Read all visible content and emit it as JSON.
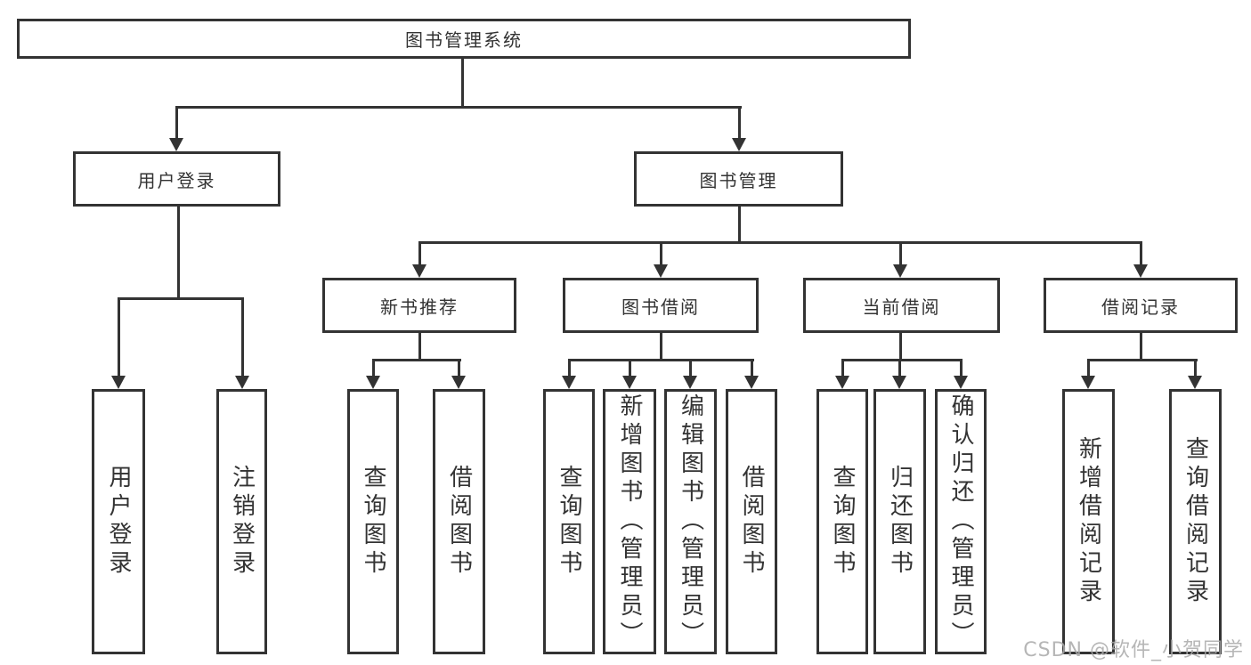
{
  "colors": {
    "line": "#333333",
    "text": "#333333",
    "watermark": "#aaaaaa",
    "background": "#ffffff"
  },
  "watermark": "CSDN @软件_小贺同学",
  "tree": {
    "root": "图书管理系统",
    "children": [
      {
        "label": "用户登录",
        "children": [
          "用户登录",
          "注销登录"
        ]
      },
      {
        "label": "图书管理",
        "children": [
          {
            "label": "新书推荐",
            "children": [
              "查询图书",
              "借阅图书"
            ]
          },
          {
            "label": "图书借阅",
            "children": [
              "查询图书",
              "新增图书（管理员）",
              "编辑图书（管理员）",
              "借阅图书"
            ]
          },
          {
            "label": "当前借阅",
            "children": [
              "查询图书",
              "归还图书",
              "确认归还（管理员）"
            ]
          },
          {
            "label": "借阅记录",
            "children": [
              "新增借阅记录",
              "查询借阅记录"
            ]
          }
        ]
      }
    ]
  }
}
